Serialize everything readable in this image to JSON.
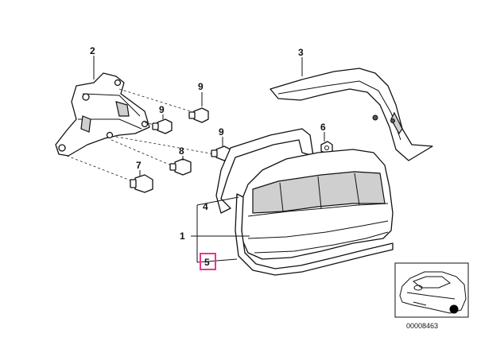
{
  "callouts": {
    "c1": "1",
    "c2": "2",
    "c3": "3",
    "c4": "4",
    "c5": "5",
    "c6": "6",
    "c7": "7",
    "c8": "8",
    "c9a": "9",
    "c9b": "9",
    "c9c": "9"
  },
  "highlight": {
    "callout": "5",
    "color": "#e8388a"
  },
  "reference_number": "00008463",
  "icons": {
    "bulb": "bulb-icon",
    "nut": "nut-icon",
    "vehicle": "car-silhouette-icon"
  }
}
